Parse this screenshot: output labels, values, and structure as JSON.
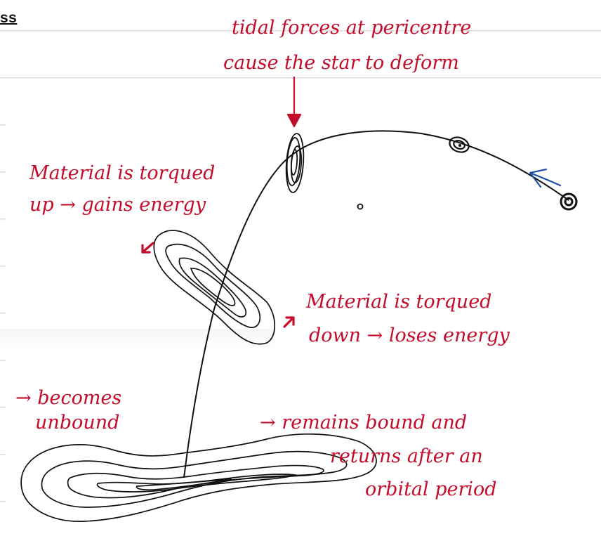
{
  "header": {
    "text": "ss"
  },
  "annotations": {
    "tidal_line1": "tidal forces at pericentre",
    "tidal_line2": "cause the star to deform",
    "torqued_up_line1": "Material is torqued",
    "torqued_up_line2": "up → gains energy",
    "torqued_down_line1": "Material is torqued",
    "torqued_down_line2": "down → loses energy",
    "unbound_line1": "→ becomes",
    "unbound_line2": "unbound",
    "bound_line1": "→ remains bound and",
    "bound_line2": "returns after an",
    "bound_line3": "orbital period"
  },
  "colors": {
    "ink": "#111111",
    "annotation": "#c40d2a",
    "direction_arrow": "#1f4fa8"
  },
  "icons": {
    "direction": "arrow-left-icon",
    "torque_up": "arrow-down-left-icon",
    "torque_down": "arrow-up-right-icon",
    "pericentre": "arrow-down-icon"
  }
}
